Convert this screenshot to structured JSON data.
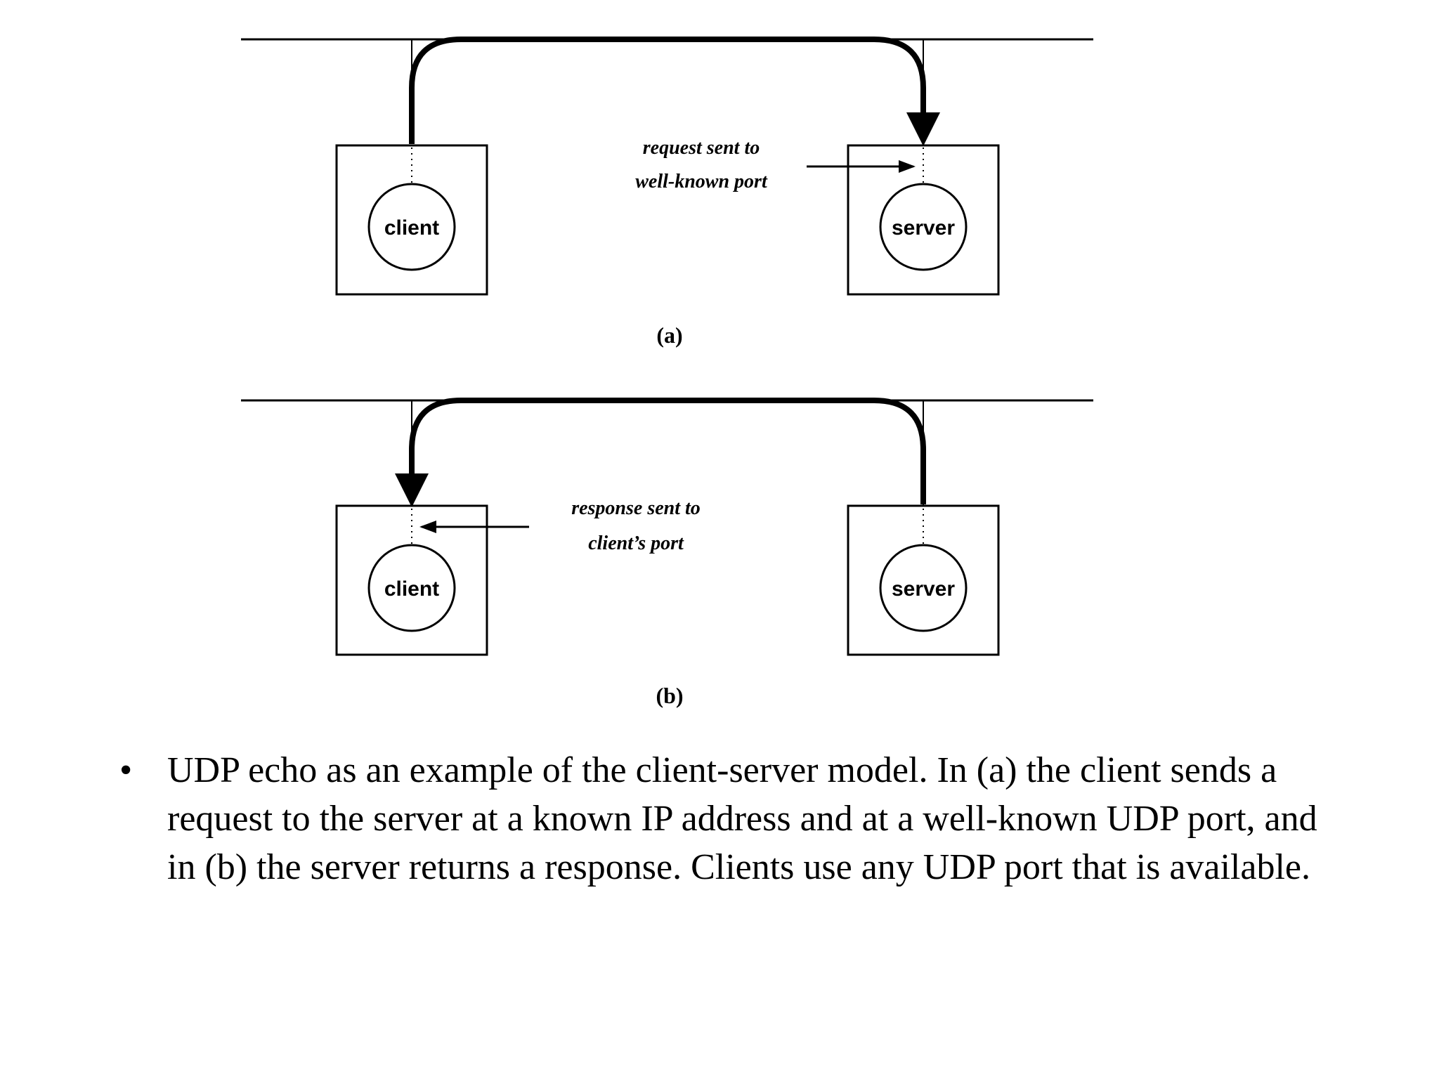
{
  "panels": [
    {
      "label": "(a)",
      "client_label": "client",
      "server_label": "server",
      "note_line1": "request sent to",
      "note_line2": "well-known port"
    },
    {
      "label": "(b)",
      "client_label": "client",
      "server_label": "server",
      "note_line1": "response sent to",
      "note_line2": "client’s port"
    }
  ],
  "caption": {
    "bullet": "•",
    "text": "UDP echo as an example of the client-server model. In (a) the client sends a request to the server at a known IP address and at a well-known UDP port, and in (b) the server returns a response. Clients use any UDP port that is available."
  }
}
